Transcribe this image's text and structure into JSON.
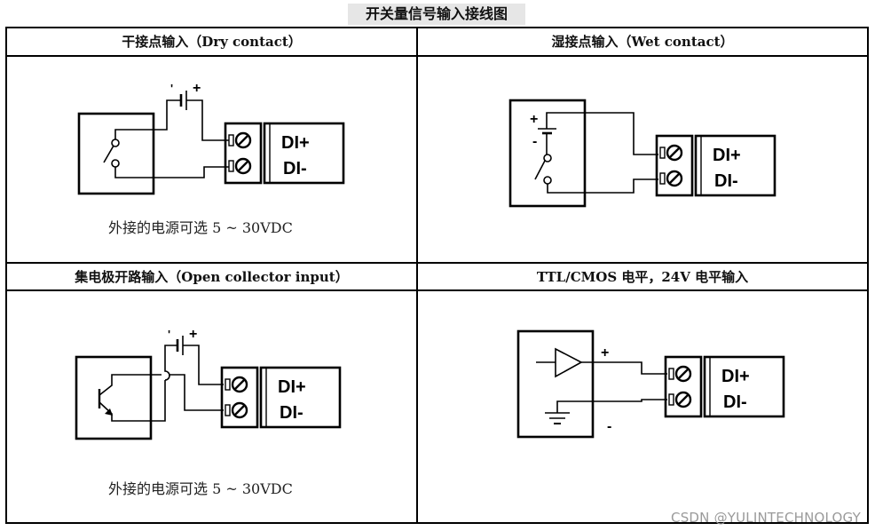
{
  "title": "开关量信号输入接线图",
  "cells": [
    {
      "header": "干接点输入（Dry contact）",
      "caption": "外接的电源可选 5 ~ 30VDC",
      "terminal": {
        "plus": "DI+",
        "minus": "DI-"
      },
      "battery": {
        "neg": "'",
        "pos": "+"
      }
    },
    {
      "header": "湿接点输入（Wet contact）",
      "caption": "",
      "terminal": {
        "plus": "DI+",
        "minus": "DI-"
      },
      "battery": {
        "neg": "-",
        "pos": "+"
      }
    },
    {
      "header": "集电极开路输入（Open collector input）",
      "caption": "外接的电源可选 5 ~ 30VDC",
      "terminal": {
        "plus": "DI+",
        "minus": "DI-"
      },
      "battery": {
        "neg": "'",
        "pos": "+"
      }
    },
    {
      "header": "TTL/CMOS 电平，24V 电平输入",
      "caption": "",
      "terminal": {
        "plus": "DI+",
        "minus": "DI-"
      },
      "signal": {
        "pos": "+",
        "neg": "-"
      }
    }
  ],
  "watermark": "CSDN @YULINTECHNOLOGY"
}
